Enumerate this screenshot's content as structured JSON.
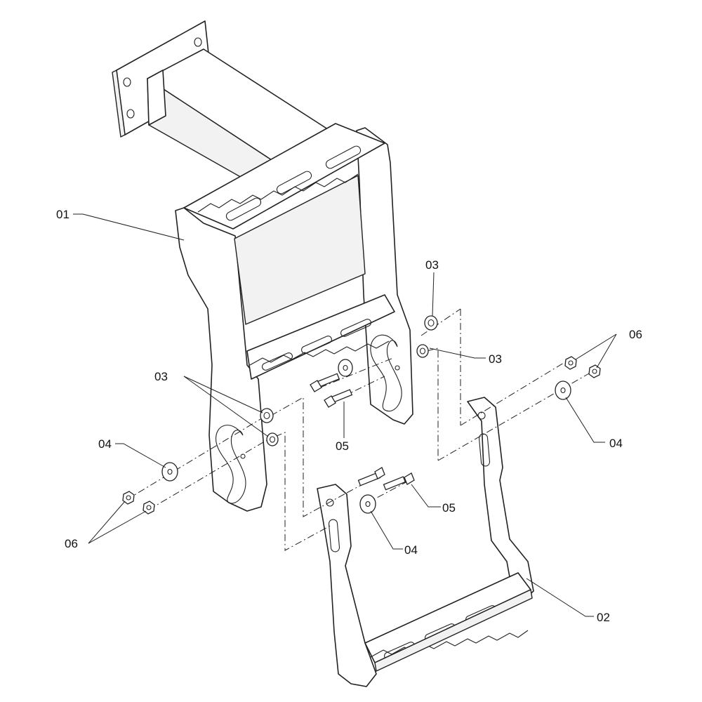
{
  "labels": {
    "p01": "01",
    "p02": "02",
    "p03_a": "03",
    "p03_b": "03",
    "p03_c": "03",
    "p04_a": "04",
    "p04_b": "04",
    "p04_c": "04",
    "p05_a": "05",
    "p05_b": "05",
    "p06_a": "06",
    "p06_b": "06"
  },
  "colors": {
    "line": "#222222",
    "background": "#ffffff"
  }
}
